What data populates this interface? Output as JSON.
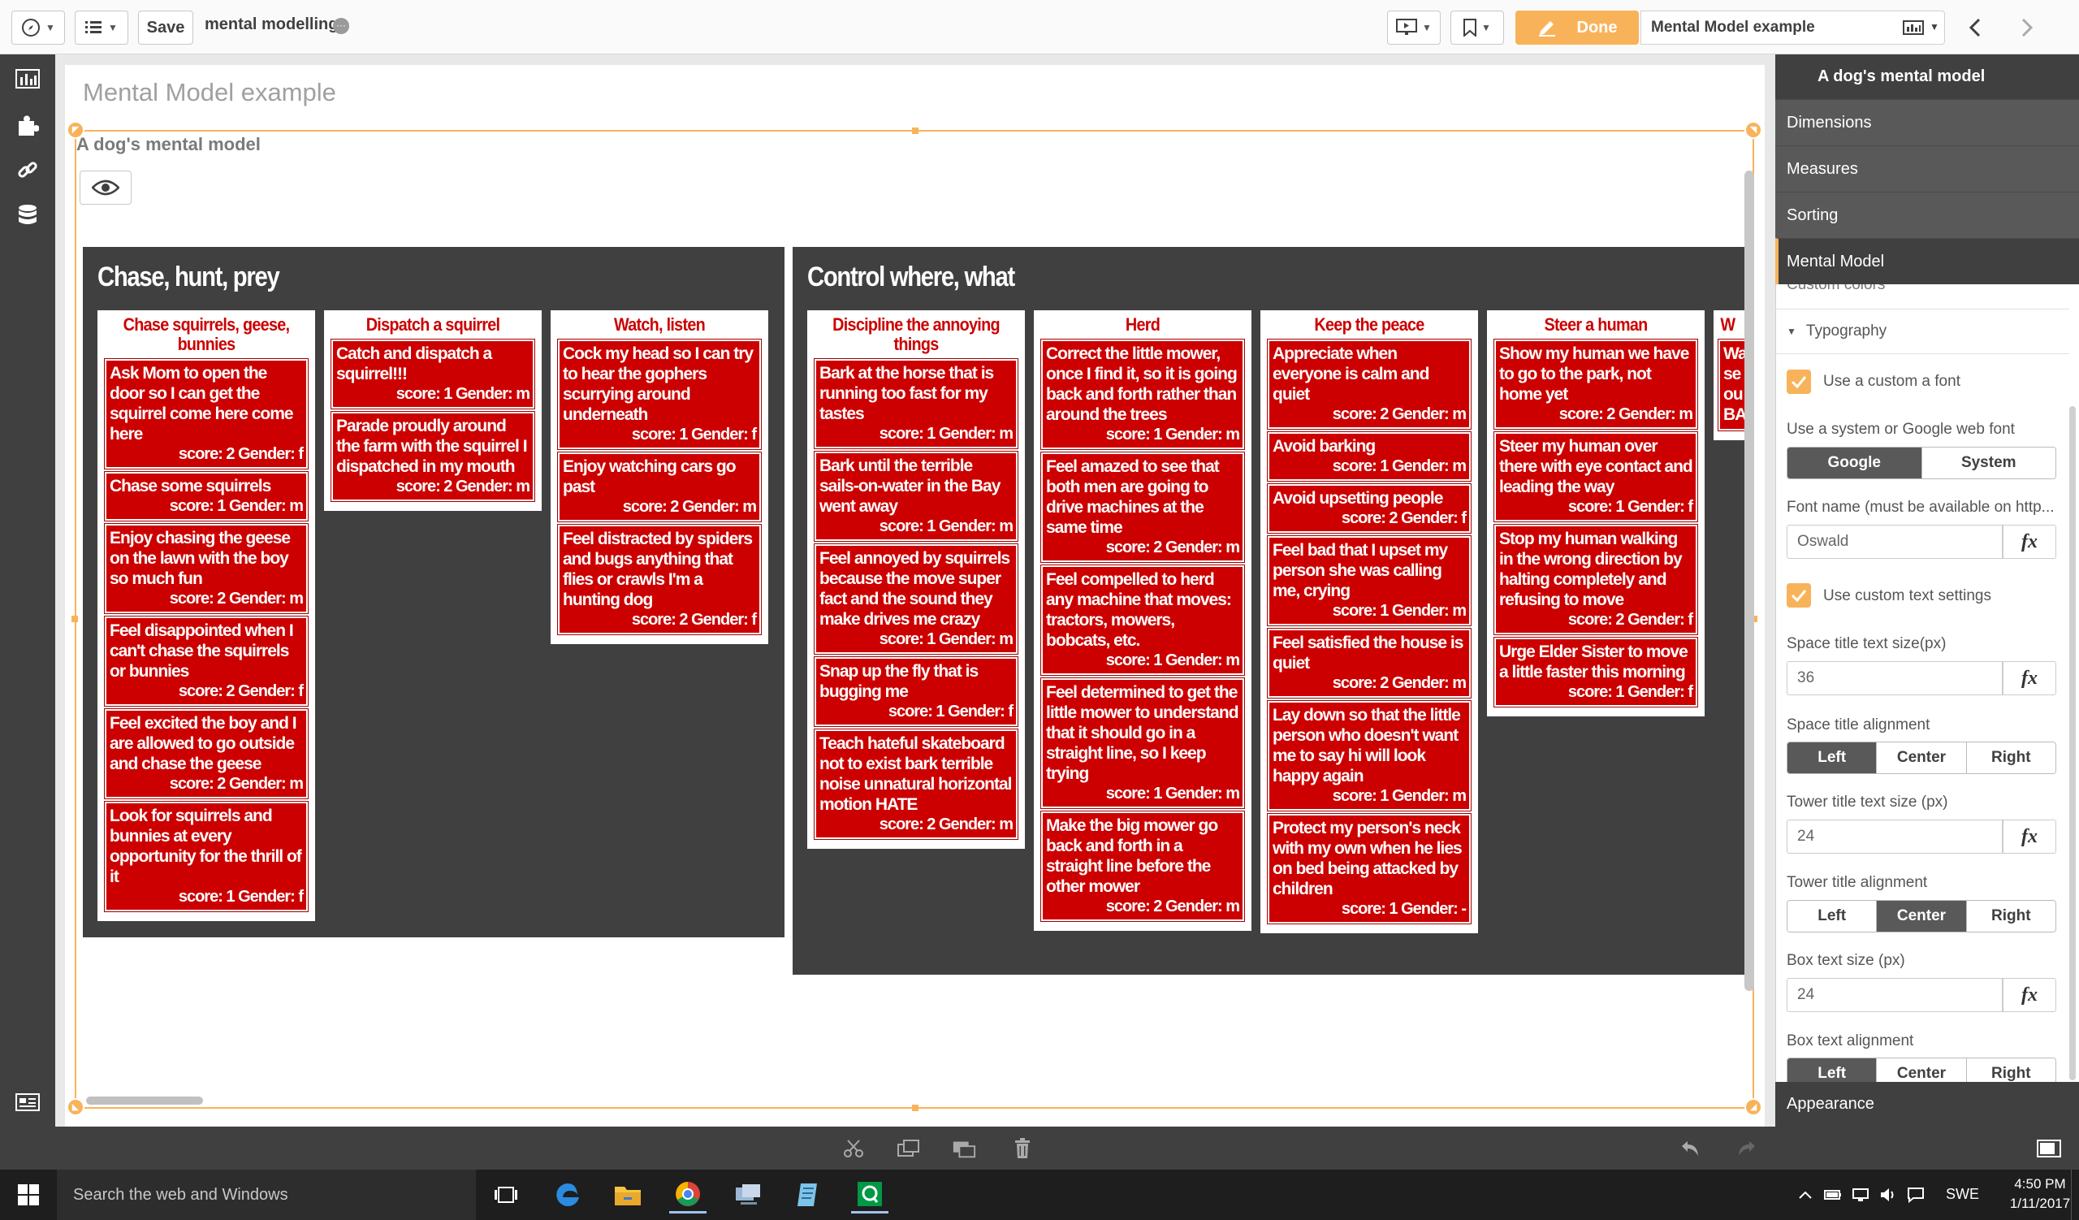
{
  "toolbar": {
    "save_label": "Save",
    "app_name": "mental modelling",
    "app_dots": "···",
    "done_label": "Done",
    "sheet_name": "Mental Model example"
  },
  "sheet": {
    "title": "Mental Model example",
    "viz_title": "A dog's mental model"
  },
  "mental_model": {
    "spaces": [
      {
        "title": "Chase, hunt, prey",
        "towers": [
          {
            "title": "Chase squirrels, geese, bunnies",
            "boxes": [
              {
                "text": "Ask Mom to open the door so I can get the squirrel come here come here",
                "meta": "score: 2  Gender: f"
              },
              {
                "text": "Chase some squirrels",
                "meta": "score: 1  Gender: m"
              },
              {
                "text": "Enjoy chasing the geese on the lawn with the boy so much fun",
                "meta": "score: 2  Gender: m"
              },
              {
                "text": "Feel disappointed when I can't chase the squirrels or bunnies",
                "meta": "score: 2  Gender: f"
              },
              {
                "text": "Feel excited the boy and I are allowed to go outside and chase the geese",
                "meta": "score: 2  Gender: m"
              },
              {
                "text": "Look for squirrels and bunnies at every opportunity for the thrill of it",
                "meta": "score: 1  Gender: f"
              }
            ]
          },
          {
            "title": "Dispatch a squirrel",
            "boxes": [
              {
                "text": "Catch and dispatch a squirrel!!!",
                "meta": "score: 1  Gender: m"
              },
              {
                "text": "Parade proudly around the farm with the squirrel I dispatched in my mouth",
                "meta": "score: 2  Gender: m"
              }
            ]
          },
          {
            "title": "Watch, listen",
            "boxes": [
              {
                "text": "Cock my head so I can try to hear the gophers scurrying around underneath",
                "meta": "score: 1  Gender: f"
              },
              {
                "text": "Enjoy watching cars go past",
                "meta": "score: 2  Gender: m"
              },
              {
                "text": "Feel distracted by spiders and bugs anything that flies or crawls I'm a hunting dog",
                "meta": "score: 2  Gender: f"
              }
            ]
          }
        ]
      },
      {
        "title": "Control where, what",
        "towers": [
          {
            "title": "Discipline the annoying things",
            "boxes": [
              {
                "text": "Bark at the horse that is running too fast for my tastes",
                "meta": "score: 1  Gender: m"
              },
              {
                "text": "Bark until the terrible sails-on-water in the Bay went away",
                "meta": "score: 1  Gender: m"
              },
              {
                "text": "Feel annoyed by squirrels because the move super fact and the sound they make drives me crazy",
                "meta": "score: 1  Gender: m"
              },
              {
                "text": "Snap up the fly that is bugging me",
                "meta": "score: 1  Gender: f"
              },
              {
                "text": "Teach hateful skateboard not to exist bark terrible noise unnatural horizontal motion HATE",
                "meta": "score: 2  Gender: m"
              }
            ]
          },
          {
            "title": "Herd",
            "boxes": [
              {
                "text": "Correct the little mower, once I find it, so it is going back and forth rather than around the trees",
                "meta": "score: 1  Gender: m"
              },
              {
                "text": "Feel amazed to see that both men are going to drive machines at the same time",
                "meta": "score: 2  Gender: m"
              },
              {
                "text": "Feel compelled to herd any machine that moves: tractors, mowers, bobcats, etc.",
                "meta": "score: 1  Gender: m"
              },
              {
                "text": "Feel determined to get the little mower to understand that it should go in a straight line, so I keep trying",
                "meta": "score: 1  Gender: m"
              },
              {
                "text": "Make the big mower go back and forth in a straight line before the other mower",
                "meta": "score: 2  Gender: m"
              }
            ]
          },
          {
            "title": "Keep the peace",
            "boxes": [
              {
                "text": "Appreciate when everyone is calm and quiet",
                "meta": "score: 2  Gender: m"
              },
              {
                "text": "Avoid barking",
                "meta": "score: 1  Gender: m"
              },
              {
                "text": "Avoid upsetting people",
                "meta": "score: 2  Gender: f"
              },
              {
                "text": "Feel bad that I upset my person she was calling me, crying",
                "meta": "score: 1  Gender: m"
              },
              {
                "text": "Feel satisfied the house is quiet",
                "meta": "score: 2  Gender: m"
              },
              {
                "text": "Lay down so that the little person who doesn't want me to say hi will look happy again",
                "meta": "score: 1  Gender: m"
              },
              {
                "text": "Protect my person's neck with my own when he lies on bed being attacked by children",
                "meta": "score: 1  Gender: -"
              }
            ]
          },
          {
            "title": "Steer a human",
            "boxes": [
              {
                "text": "Show my human we have to go to the park, not home yet",
                "meta": "score: 2  Gender: m"
              },
              {
                "text": "Steer my human over there with eye contact and leading the way",
                "meta": "score: 1  Gender: f"
              },
              {
                "text": "Stop my human walking in the wrong direction by halting completely and refusing to move",
                "meta": "score: 2  Gender: f"
              },
              {
                "text": "Urge Elder Sister to move a little faster this morning",
                "meta": "score: 1  Gender: f"
              }
            ]
          },
          {
            "title": "W",
            "boxes": [
              {
                "text": "Wa se ou BA",
                "meta": ""
              }
            ]
          }
        ]
      }
    ]
  },
  "panel": {
    "header": "A dog's mental model",
    "sections": [
      "Dimensions",
      "Measures",
      "Sorting",
      "Mental Model"
    ],
    "clipped_item": "Custom colors",
    "typography_label": "Typography",
    "use_custom_font": "Use a custom a font",
    "font_source_label": "Use a system or Google web font",
    "font_source_options": [
      "Google",
      "System"
    ],
    "font_name_label": "Font name (must be available on http...",
    "font_name_value": "Oswald",
    "use_custom_text": "Use custom text settings",
    "space_title_size_label": "Space title text size(px)",
    "space_title_size_value": "36",
    "space_title_align_label": "Space title alignment",
    "tower_title_size_label": "Tower title text size (px)",
    "tower_title_size_value": "24",
    "tower_title_align_label": "Tower title alignment",
    "box_text_size_label": "Box text size (px)",
    "box_text_size_value": "24",
    "box_text_align_label": "Box text alignment",
    "align_options": [
      "Left",
      "Center",
      "Right"
    ],
    "appearance": "Appearance",
    "fx": "fx"
  },
  "taskbar": {
    "search_placeholder": "Search the web and Windows",
    "language": "SWE",
    "time": "4:50 PM",
    "date": "1/11/2017"
  },
  "colors": {
    "accent": "#f8b35a",
    "box_red": "#cc0000",
    "space_bg": "#404040"
  }
}
